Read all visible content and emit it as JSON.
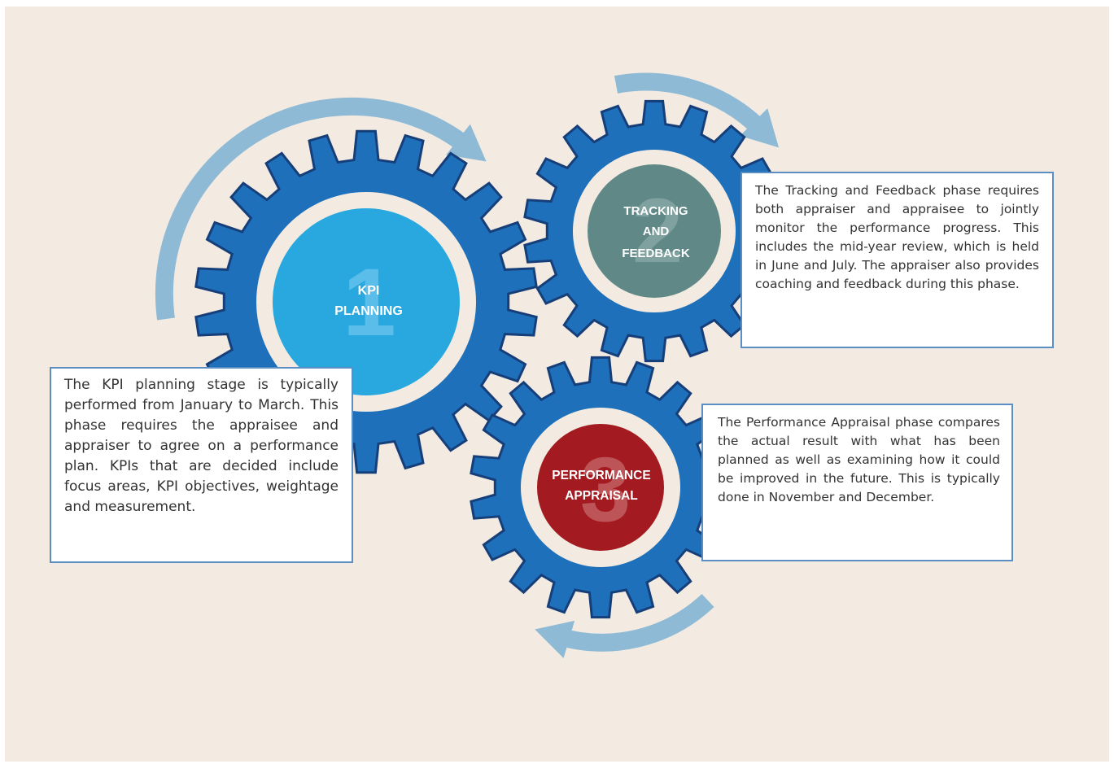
{
  "colors": {
    "background": "#f3ebe1",
    "gear": "#1e70bb",
    "gear_shadow": "#163f7a",
    "gear_ring": "#f3ebe1",
    "arrow": "#8fbad6",
    "phase1": "#29a8e0",
    "phase2": "#5f8886",
    "phase3": "#a31b20",
    "box_border": "#5b8fc4"
  },
  "phases": [
    {
      "number": "1",
      "title_lines": [
        "KPI",
        "PLANNING"
      ],
      "description": "The KPI planning stage is typically performed from January to March. This phase requires the appraisee and appraiser to agree on a performance plan. KPIs that are decided include focus areas, KPI objectives, weightage and measurement."
    },
    {
      "number": "2",
      "title_lines": [
        "TRACKING",
        "AND",
        "FEEDBACK"
      ],
      "description": "The Tracking and Feedback phase requires both appraiser and appraisee to jointly monitor the performance progress. This includes the mid-year review, which is held in June and July. The appraiser also provides coaching and feedback during this phase."
    },
    {
      "number": "3",
      "title_lines": [
        "PERFORMANCE",
        "APPRAISAL"
      ],
      "description": "The Performance Appraisal phase compares the actual result with what has been planned as well as examining how it could be improved in the future. This is typically done in November and December."
    }
  ]
}
